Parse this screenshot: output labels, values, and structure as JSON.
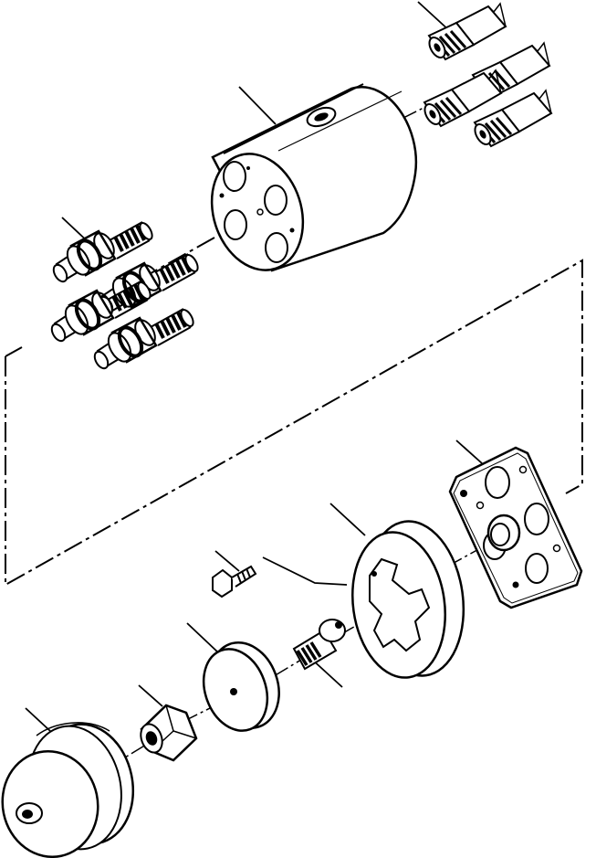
{
  "diagram": {
    "kind": "exploded-parts-view",
    "background": "#ffffff",
    "ink": "#000000",
    "parts": [
      "fitting",
      "valve-body",
      "cartridge-valve",
      "mounting-plate",
      "rotor-ring",
      "bolt",
      "plug",
      "washer-disc",
      "hex-nut",
      "end-cap"
    ],
    "leader_lines": 10,
    "callout_labels_printed": false
  }
}
